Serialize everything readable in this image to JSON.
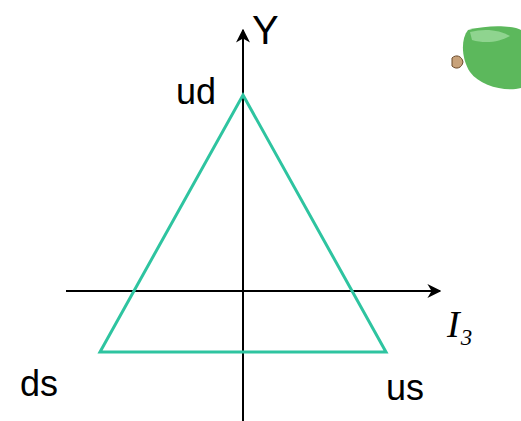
{
  "diagram": {
    "labels": [
      "Y",
      "ud",
      "I₃",
      "ds",
      "us"
    ]
  }
}
